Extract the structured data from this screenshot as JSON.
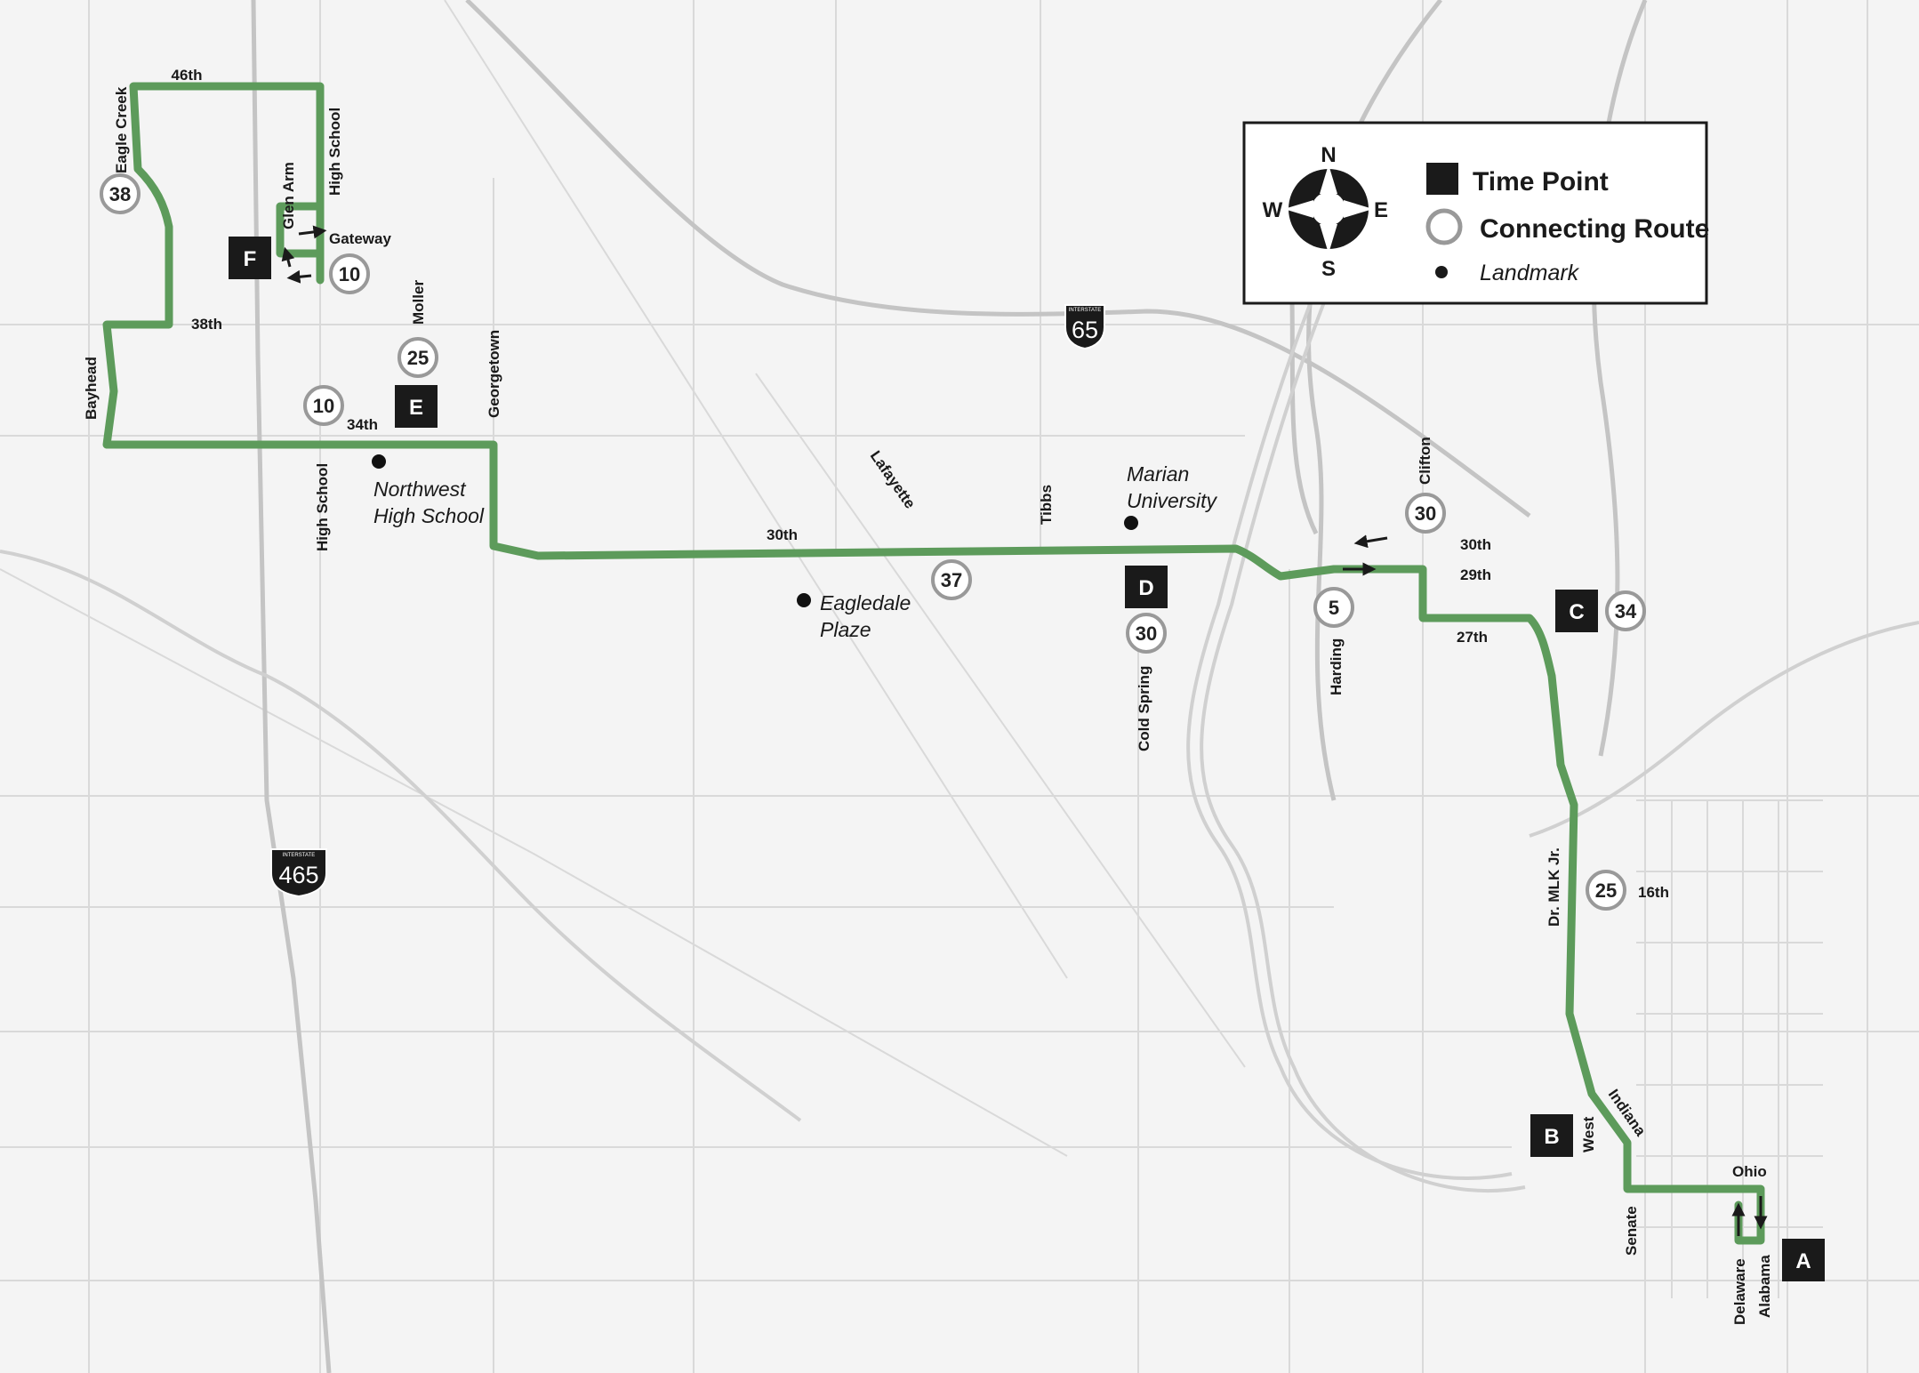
{
  "map": {
    "route_color": "#5d9b5b",
    "street_labels": {
      "s46th": "46th",
      "eagle_creek": "Eagle Creek",
      "high_school_n": "High School",
      "glen_arm": "Glen Arm",
      "gateway": "Gateway",
      "moller": "Moller",
      "s38th": "38th",
      "bayhead": "Bayhead",
      "georgetown": "Georgetown",
      "s34th": "34th",
      "high_school_s": "High School",
      "lafayette": "Lafayette",
      "tibbs": "Tibbs",
      "s30th_w": "30th",
      "clifton": "Clifton",
      "s30th_e": "30th",
      "s29th": "29th",
      "s27th": "27th",
      "harding": "Harding",
      "cold_spring": "Cold Spring",
      "mlk": "Dr. MLK Jr.",
      "s16th": "16th",
      "indiana": "Indiana",
      "west": "West",
      "ohio": "Ohio",
      "senate": "Senate",
      "delaware": "Delaware",
      "alabama": "Alabama"
    },
    "landmarks": {
      "northwest_l1": "Northwest",
      "northwest_l2": "High School",
      "marian_l1": "Marian",
      "marian_l2": "University",
      "eagledale_l1": "Eagledale",
      "eagledale_l2": "Plaze"
    },
    "connecting_routes": {
      "r38": "38",
      "r10_gateway": "10",
      "r25_moller": "25",
      "r10_34th": "10",
      "r37": "37",
      "r30_coldspring": "30",
      "r30_clifton": "30",
      "r5": "5",
      "r34": "34",
      "r25_16th": "25"
    },
    "time_points": {
      "a": "A",
      "b": "B",
      "c": "C",
      "d": "D",
      "e": "E",
      "f": "F"
    },
    "highway_shields": {
      "i65": "65",
      "i465": "465",
      "top_text": "INTERSTATE"
    }
  },
  "legend": {
    "time_point": "Time Point",
    "connecting_route": "Connecting Route",
    "landmark": "Landmark",
    "compass": {
      "n": "N",
      "s": "S",
      "e": "E",
      "w": "W"
    }
  }
}
